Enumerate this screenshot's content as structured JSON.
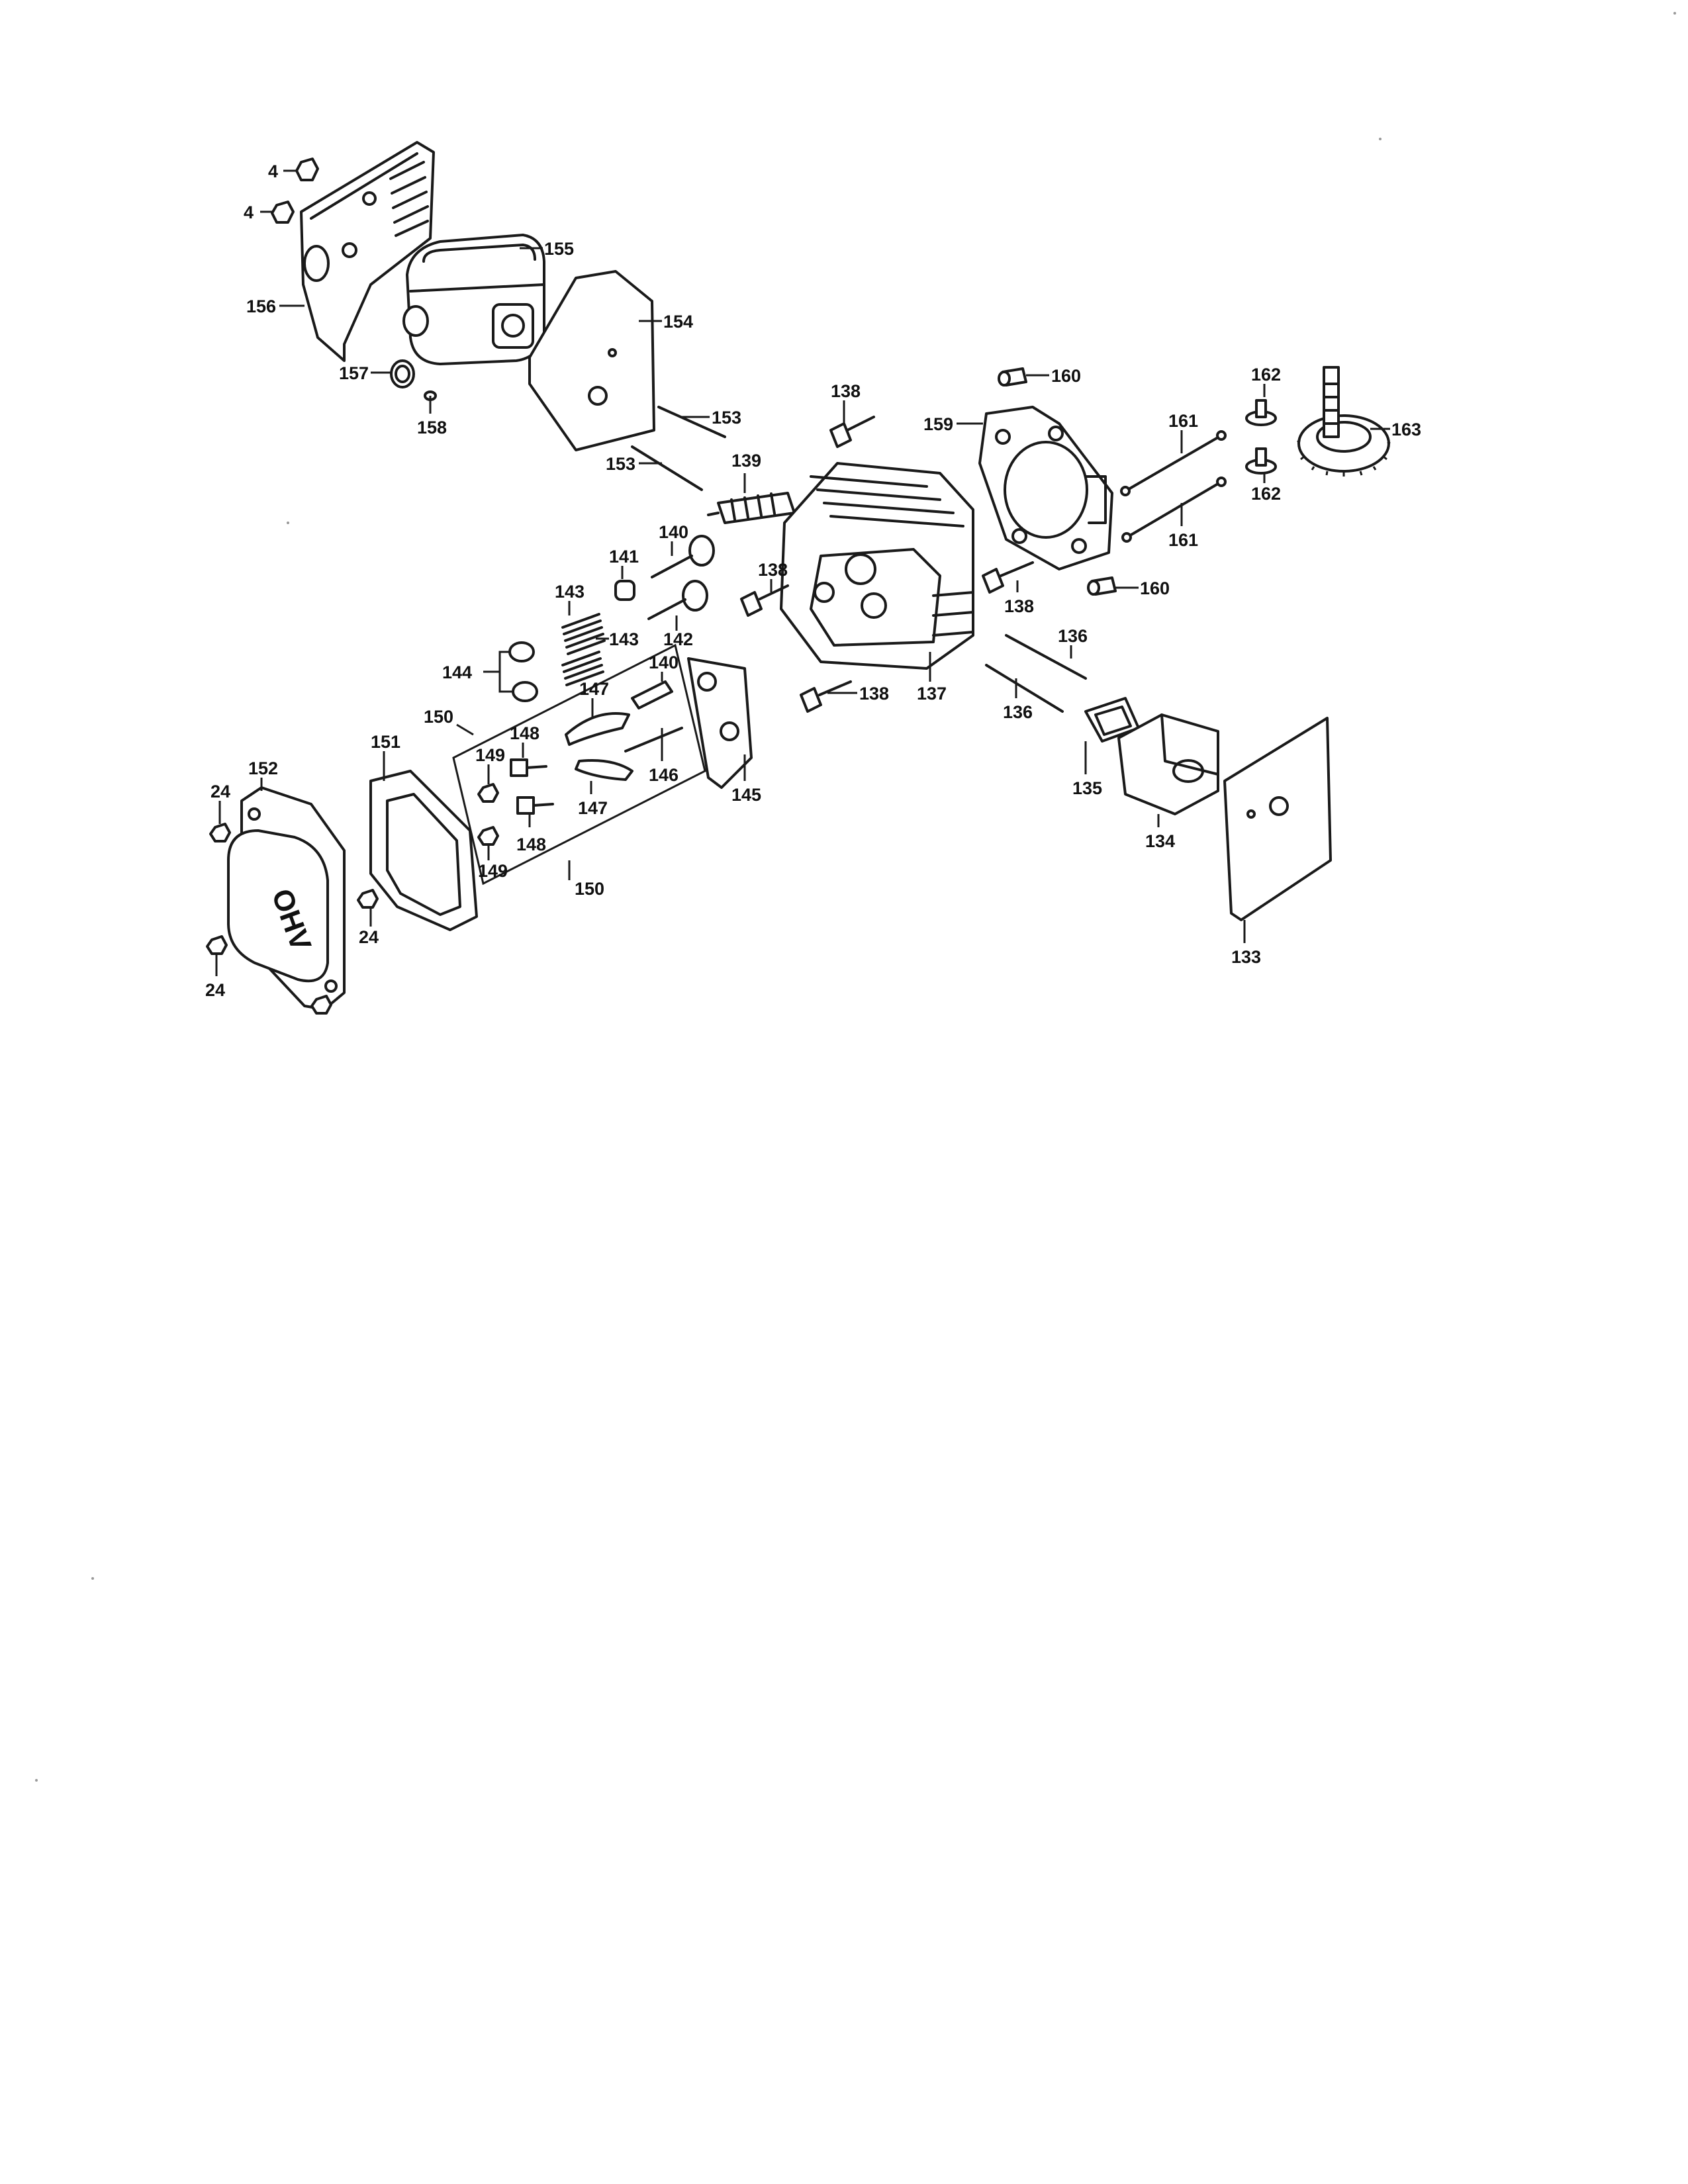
{
  "diagram": {
    "engraved_cover_text": "OHV",
    "callouts": {
      "c4a": "4",
      "c4b": "4",
      "c155": "155",
      "c156": "156",
      "c154": "154",
      "c157": "157",
      "c158": "158",
      "c153a": "153",
      "c153b": "153",
      "c138a": "138",
      "c139": "139",
      "c160a": "160",
      "c159": "159",
      "c162a": "162",
      "c163": "163",
      "c161a": "161",
      "c162b": "162",
      "c161b": "161",
      "c160b": "160",
      "c140a": "140",
      "c141": "141",
      "c138b": "138",
      "c138c": "138",
      "c143a": "143",
      "c142": "142",
      "c143b": "143",
      "c144": "144",
      "c147a": "147",
      "c140b": "140",
      "c136a": "136",
      "c138d": "138",
      "c137": "137",
      "c136b": "136",
      "c150a": "150",
      "c151": "151",
      "c148a": "148",
      "c149a": "149",
      "c146": "146",
      "c145": "145",
      "c135": "135",
      "c152": "152",
      "c24a": "24",
      "c147b": "147",
      "c148b": "148",
      "c134": "134",
      "c149b": "149",
      "c150b": "150",
      "c24b": "24",
      "c24c": "24",
      "c133": "133"
    }
  }
}
